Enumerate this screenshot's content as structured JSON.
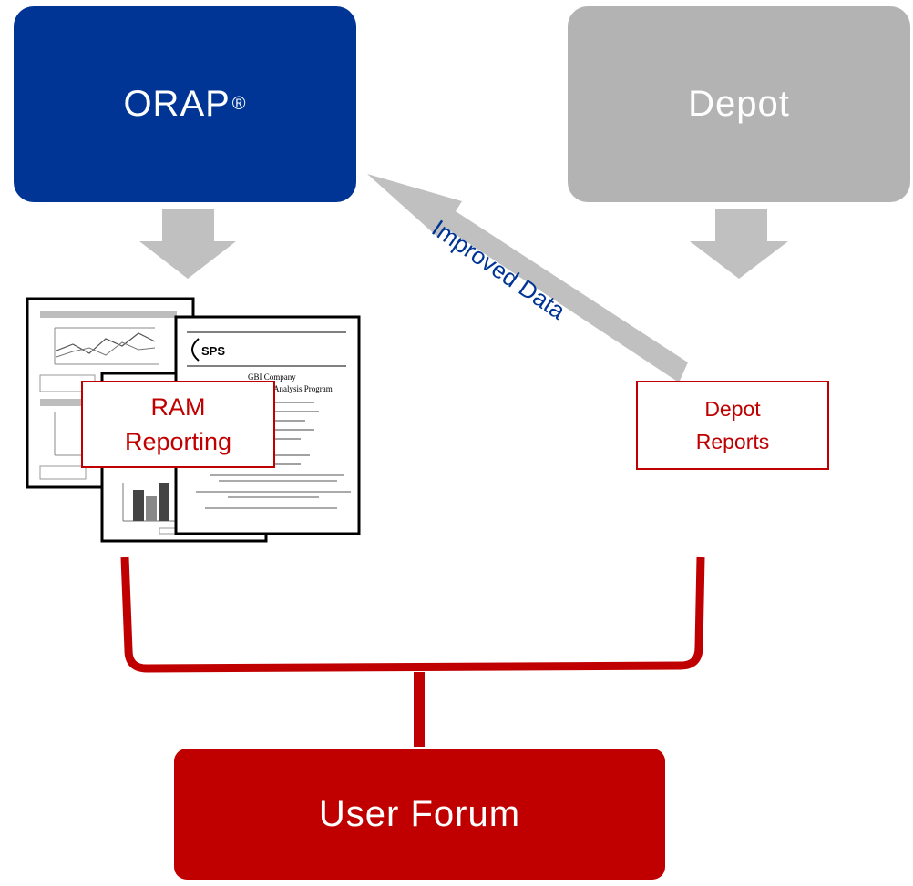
{
  "nodes": {
    "orap": {
      "label": "ORAP",
      "mark": "®",
      "color": "#003595"
    },
    "depot": {
      "label": "Depot",
      "color": "#b3b3b3"
    },
    "user_forum": {
      "label": "User Forum",
      "color": "#c00000"
    },
    "ram_reporting": {
      "line1": "RAM",
      "line2": "Reporting"
    },
    "depot_reports": {
      "line1": "Depot",
      "line2": "Reports"
    }
  },
  "edges": {
    "improved_data": {
      "label": "Improved Data",
      "color": "#003595"
    }
  },
  "documents": {
    "logo": "SPS",
    "company": "GBI Company",
    "program_line": "Analysis Program"
  },
  "colors": {
    "arrow_gray": "#c0c0c0",
    "bracket_red": "#c00000",
    "label_text_red": "#c00000"
  }
}
